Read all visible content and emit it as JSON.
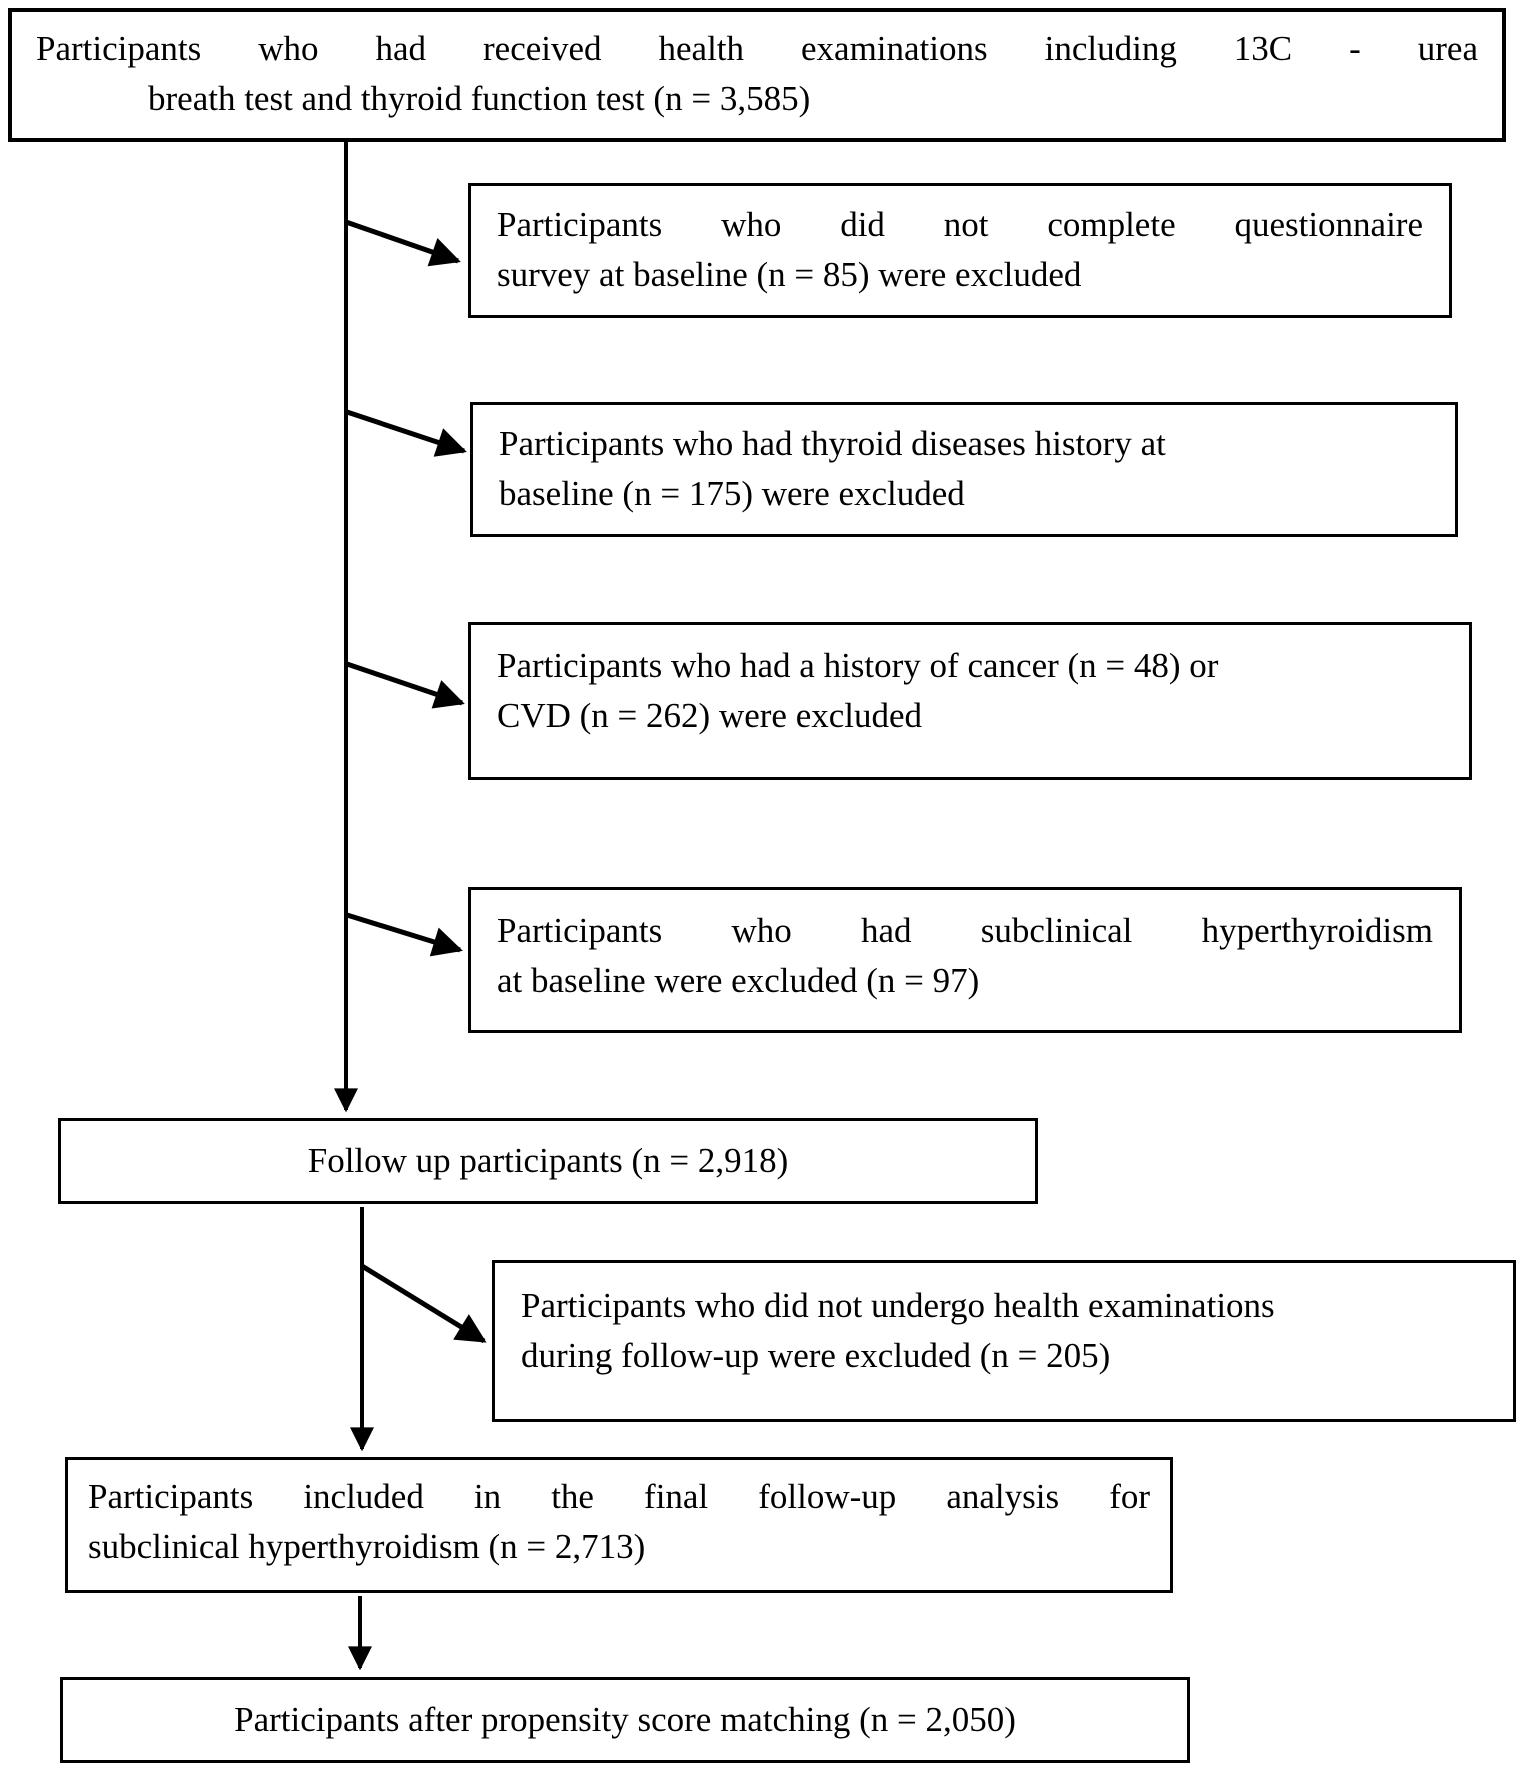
{
  "diagram_type": "participant-flow-diagram",
  "colors": {
    "line": "#000000",
    "box_border": "#000000",
    "text": "#000000",
    "background": "#ffffff"
  },
  "boxes": {
    "initial": {
      "line1": "Participants who had received health examinations including 13C - urea",
      "line2": "breath test and thyroid function test (n = 3,585)"
    },
    "excluded_questionnaire": {
      "line1": "Participants who did not complete questionnaire",
      "line2": "survey at baseline (n = 85) were excluded"
    },
    "excluded_thyroid_history": {
      "line1": "Participants who had thyroid diseases history at",
      "line2": "baseline (n = 175) were excluded"
    },
    "excluded_cancer_cvd": {
      "line1": "Participants who had a history of cancer (n = 48) or",
      "line2": "CVD (n = 262) were excluded"
    },
    "excluded_subclinical_hyperthyroidism": {
      "line1": "Participants who had subclinical hyperthyroidism",
      "line2": "at baseline were excluded (n = 97)"
    },
    "follow_up": {
      "text": "Follow up participants (n = 2,918)"
    },
    "excluded_no_followup_exam": {
      "line1": "Participants who did not undergo health examinations",
      "line2": "during follow-up were excluded (n = 205)"
    },
    "final_analysis": {
      "line1": "Participants included in the final follow-up analysis for",
      "line2": "subclinical hyperthyroidism (n = 2,713)"
    },
    "propensity_matched": {
      "text": "Participants after propensity score matching (n = 2,050)"
    }
  },
  "counts": {
    "initial": 3585,
    "excluded_questionnaire": 85,
    "excluded_thyroid_history": 175,
    "excluded_cancer": 48,
    "excluded_cvd": 262,
    "excluded_subclinical_hyperthyroidism": 97,
    "follow_up": 2918,
    "excluded_no_followup_exam": 205,
    "final_analysis": 2713,
    "after_propensity_matching": 2050
  }
}
